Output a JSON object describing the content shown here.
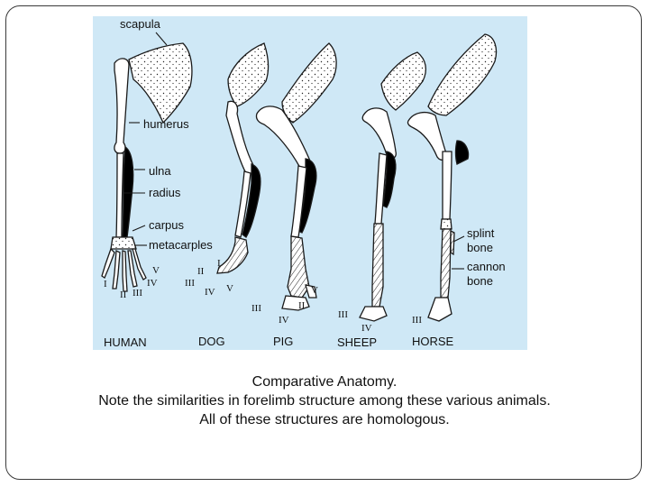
{
  "colors": {
    "panel_bg": "#cfe8f6",
    "bone_fill": "#ffffff",
    "bone_stroke": "#1a1a1a",
    "ulna_shadow": "#000000",
    "caption_text": "#111111"
  },
  "figure": {
    "labels": {
      "scapula": "scapula",
      "humerus": "humerus",
      "ulna": "ulna",
      "radius": "radius",
      "carpus": "carpus",
      "metacarples": "metacarples",
      "splint_bone_line1": "splint",
      "splint_bone_line2": "bone",
      "cannon_bone_line1": "cannon",
      "cannon_bone_line2": "bone"
    },
    "animals": [
      "HUMAN",
      "DOG",
      "PIG",
      "SHEEP",
      "HORSE"
    ],
    "digits": {
      "human": [
        "I",
        "II",
        "III",
        "IV",
        "V"
      ],
      "dog": [
        "I",
        "II",
        "III",
        "IV",
        "V"
      ],
      "pig": [
        "III",
        "IV",
        "II",
        "V"
      ],
      "sheep": [
        "III",
        "IV"
      ],
      "horse": [
        "III"
      ]
    }
  },
  "caption": {
    "line1": "Comparative Anatomy.",
    "line2": "Note the similarities in forelimb structure among these various animals.",
    "line3": "All of these structures are homologous."
  }
}
